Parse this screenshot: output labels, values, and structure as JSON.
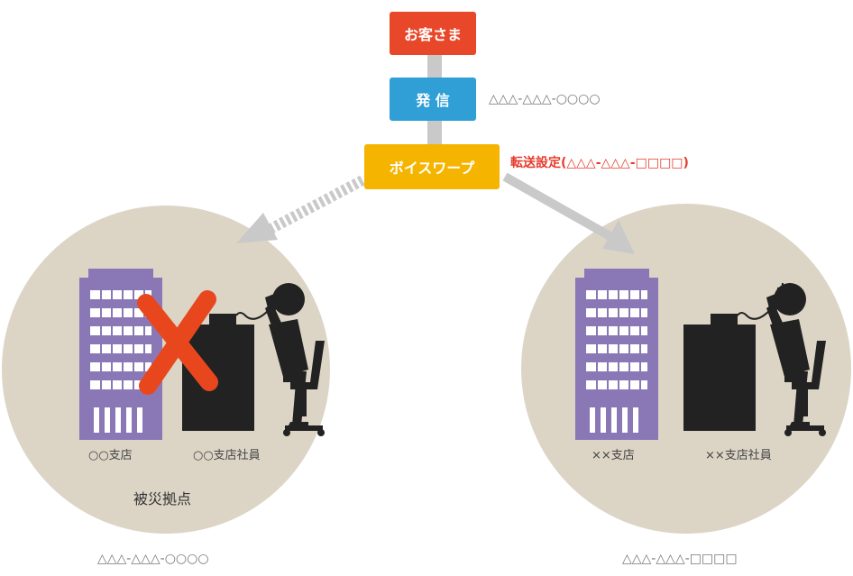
{
  "flow": {
    "customer": "お客さま",
    "call": "発 信",
    "voicewarp": "ボイスワープ"
  },
  "numbers": {
    "caller": "△△△-△△△-○○○○",
    "forwarding": "転送設定(△△△-△△△-□□□□)",
    "left_site": "△△△-△△△-○○○○",
    "right_site": "△△△-△△△-□□□□"
  },
  "left_site": {
    "branch": "○○支店",
    "employee": "○○支店社員",
    "status": "被災拠点"
  },
  "right_site": {
    "branch": "××支店",
    "employee": "××支店社員"
  },
  "colors": {
    "customer": "#e8472a",
    "call": "#2f9fd6",
    "voicewarp": "#f5b400",
    "forwarding_text": "#e63b2b",
    "circle": "#dcd5c6",
    "building": "#8a78b6",
    "cross": "#e8471e",
    "arrow": "#c9c9c9"
  }
}
